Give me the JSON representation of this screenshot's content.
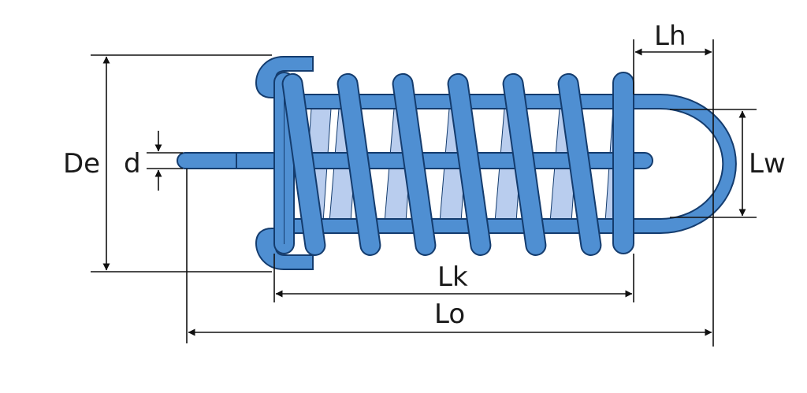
{
  "labels": {
    "outer_diameter": "De",
    "wire_diameter": "d",
    "hook_length": "Lh",
    "hook_width": "Lw",
    "body_length": "Lk",
    "overall_length": "Lo"
  },
  "colors": {
    "wire_fill": "#4f8fd2",
    "wire_outline": "#143c6e",
    "back_coil": "#b9cdee",
    "dimension_line": "#111111",
    "background": "#ffffff"
  }
}
